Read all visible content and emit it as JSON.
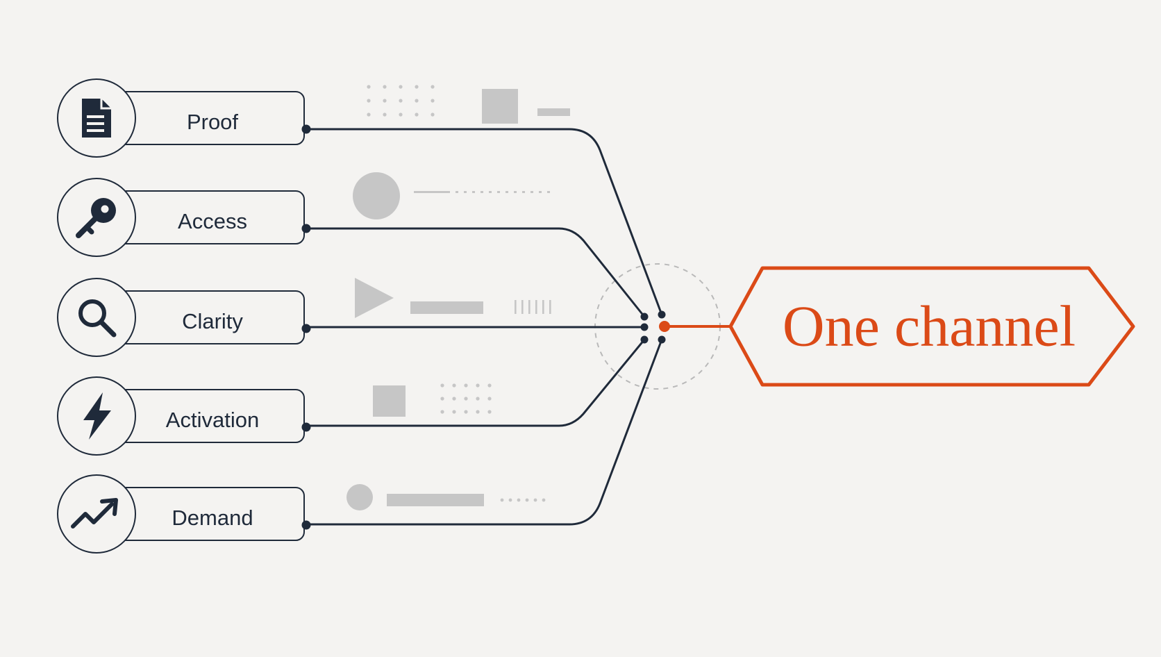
{
  "colors": {
    "background": "#f4f3f1",
    "ink": "#1f2a3a",
    "accent": "#db4a17",
    "decor": "#c6c6c6"
  },
  "inputs": [
    {
      "label": "Proof",
      "icon": "document-icon"
    },
    {
      "label": "Access",
      "icon": "key-icon"
    },
    {
      "label": "Clarity",
      "icon": "magnifier-icon"
    },
    {
      "label": "Activation",
      "icon": "lightning-bolt-icon"
    },
    {
      "label": "Demand",
      "icon": "trending-up-icon"
    }
  ],
  "target": {
    "label": "One channel"
  }
}
